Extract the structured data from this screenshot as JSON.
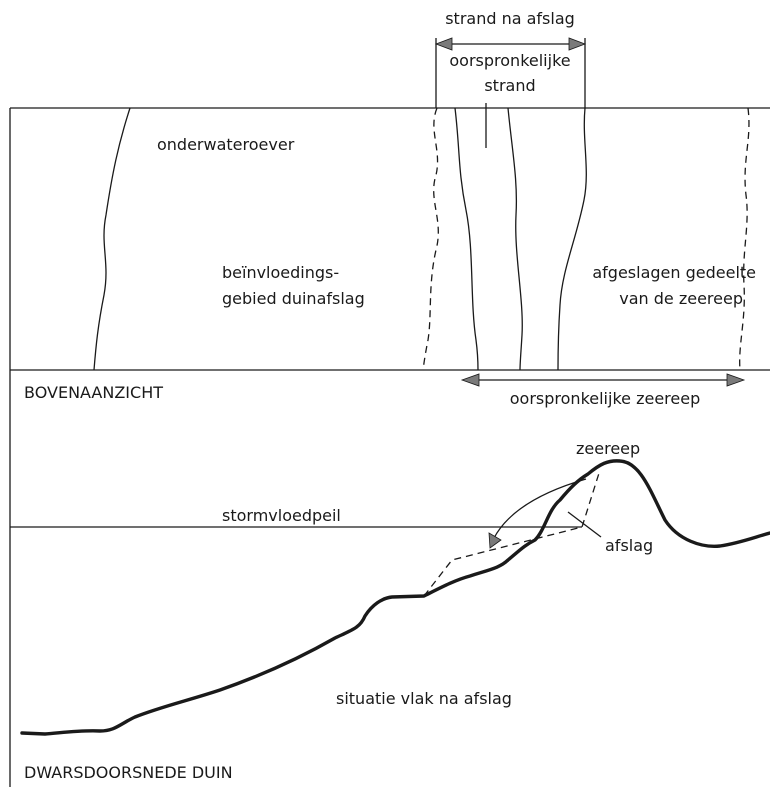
{
  "labels": {
    "strand_na_afslag": "strand na afslag",
    "oorspronkelijke_strand_1": "oorspronkelijke",
    "oorspronkelijke_strand_2": "strand",
    "onderwateroever": "onderwateroever",
    "beinvloedingsgebied_1": "beïnvloedings-",
    "beinvloedingsgebied_2": "gebied duinafslag",
    "afgeslagen_1": "afgeslagen gedeelte",
    "afgeslagen_2": "van de zeereep",
    "bovenaanzicht": "BOVENAANZICHT",
    "oorspronkelijke_zeereep": "oorspronkelijke zeereep",
    "zeereep": "zeereep",
    "stormvloedpeil": "stormvloedpeil",
    "afslag": "afslag",
    "situatie_vlak": "situatie vlak na afslag",
    "dwarsdoorsnede": "DWARSDOORSNEDE DUIN"
  },
  "colors": {
    "ink": "#1a1a1a",
    "arrowhead": "#7a7a7a",
    "background": "#ffffff"
  }
}
